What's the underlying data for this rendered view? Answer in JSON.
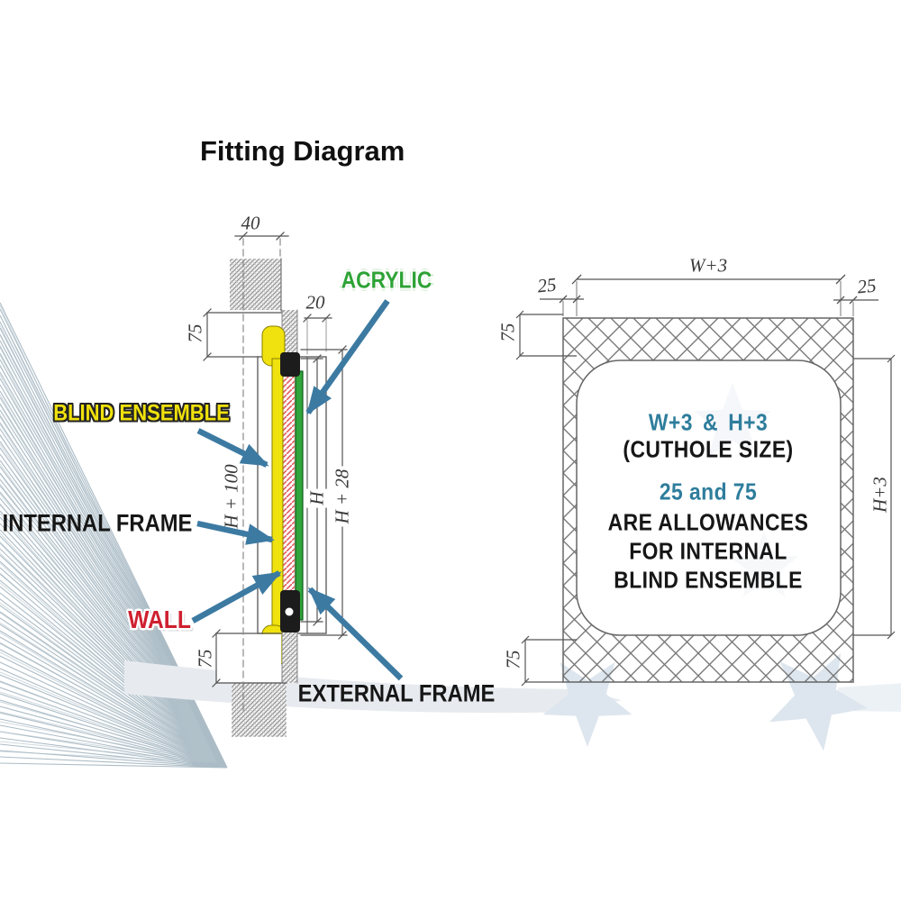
{
  "title": "Fitting Diagram",
  "section_view": {
    "labels": {
      "acrylic": "ACRYLIC",
      "blind_ensemble": "BLIND ENSEMBLE",
      "internal_frame": "INTERNAL FRAME",
      "wall": "WALL",
      "external_frame": "EXTERNAL FRAME"
    },
    "dims": {
      "wall_thickness": "40",
      "gap": "20",
      "allowance_top": "75",
      "allowance_bottom": "75",
      "blind_height": "H + 100",
      "height": "H",
      "frame_height": "H + 28"
    }
  },
  "front_view": {
    "dims": {
      "width": "W+3",
      "offset_left": "25",
      "offset_right": "25",
      "allowance_top": "75",
      "allowance_bottom": "75",
      "height": "H+3"
    },
    "note": {
      "line1": "W+3 & H+3",
      "line2": "(CUTHOLE SIZE)",
      "line3": "25 and 75",
      "line4": "ARE ALLOWANCES",
      "line5": "FOR INTERNAL",
      "line6": "BLIND ENSEMBLE"
    }
  },
  "colors": {
    "teal_text": "#2e7d9c",
    "blind_yellow": "#efe20e",
    "acrylic_green": "#31a53c",
    "arrow_blue": "#3c7aa2",
    "wall_red": "#cf2030"
  }
}
